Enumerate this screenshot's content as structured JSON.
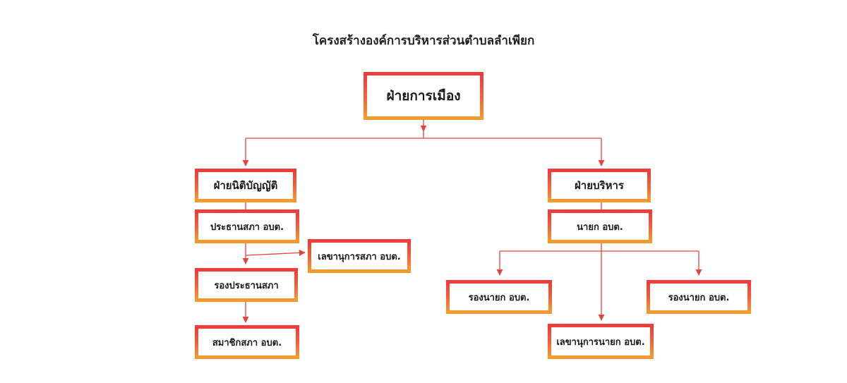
{
  "title": "โครงสร้างองค์การบริหารส่วนตำบลลำเพียก",
  "nodes": {
    "political": "ฝ่ายการเมือง",
    "legislative": "ฝ่ายนิติบัญญัติ",
    "executive": "ฝ่ายบริหาร",
    "council_president": "ประธานสภา อบต.",
    "council_secretary": "เลขานุการสภา อบต.",
    "vice_council_president": "รองประธานสภา",
    "council_member": "สมาชิกสภา อบต.",
    "mayor": "นายก อบต.",
    "deputy_mayor_left": "รองนายก อบต.",
    "deputy_mayor_right": "รองนายก อบต.",
    "mayor_secretary": "เลขานุการนายก อบต."
  },
  "colors": {
    "border_top": "#f03c3c",
    "border_bottom": "#f39a2e",
    "connector": "#e8413e"
  }
}
